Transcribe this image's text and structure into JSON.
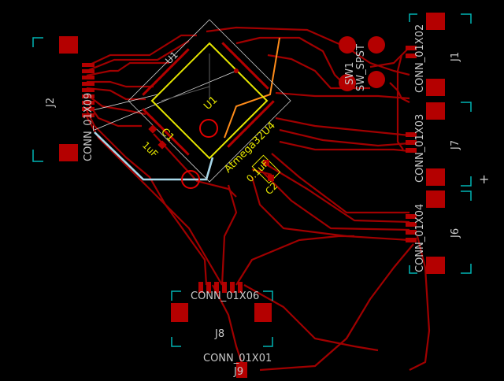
{
  "board": {
    "background": "#000000",
    "copper_color": "#8c0000",
    "trace_color": "#a00000",
    "courtyard_color": "#00b4b4",
    "silk_yellow": "#e6e600",
    "silk_grey": "#c8c8c8",
    "fab_red": "#ff3030",
    "orange_edge": "#ff8c1a",
    "light_blue_trace": "#a8d8ea"
  },
  "labels": {
    "u1_ref_grey": "U1",
    "u1_ref_yellow": "U1",
    "u1_value": "Atmega32U4",
    "c1_ref": "C1",
    "c1_value": "1uF",
    "c2_ref": "C2",
    "c2_value": "0.1uF",
    "j1_ref": "J1",
    "j1_value": "CONN_01X02",
    "j2_ref": "J2",
    "j2_value": "CONN_01X09",
    "j6_ref": "J6",
    "j6_value": "CONN_01X04",
    "j7_ref": "J7",
    "j7_value": "CONN_01X03",
    "j8_ref": "J8",
    "j8_value": "CONN_01X06",
    "j9_ref": "J9",
    "j9_value": "CONN_01X01",
    "sw1_ref": "SW1",
    "sw1_value": "SW_SPST"
  },
  "cursor": {
    "symbol": "+"
  }
}
